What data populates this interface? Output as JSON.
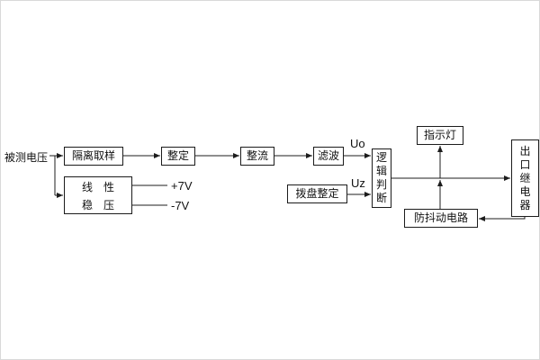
{
  "diagram": {
    "source_label": "被测电压",
    "boxes": {
      "isolation_sampling": "隔离取样",
      "setting": "整定",
      "rectifier": "整流",
      "filter": "滤波",
      "logic_judgment": "逻辑判断",
      "dial_setting": "拨盘整定",
      "indicator_light": "指示灯",
      "output_relay": "出口继电器",
      "anti_jitter_circuit": "防抖动电路",
      "linear_regulator": {
        "line1": "线　性",
        "line2": "稳　压"
      }
    },
    "signals": {
      "uo": "Uo",
      "uz": "Uz",
      "plus_7v": "+7V",
      "minus_7v": "-7V"
    },
    "colors": {
      "line": "#1c1c1c",
      "background": "#ffffff",
      "frame": "#d9d9d9"
    }
  }
}
